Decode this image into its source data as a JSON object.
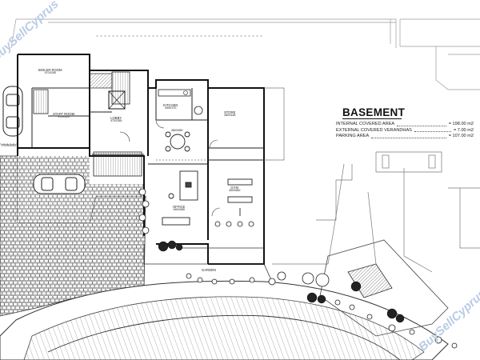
{
  "rooms": {
    "boiler_room": {
      "name": "BOILER ROOM",
      "dims": "470X265"
    },
    "staff_room": {
      "name": "STAFF ROOM",
      "dims": "470X325"
    },
    "lobby": {
      "name": "LOBBY",
      "dims": "470X285"
    },
    "kitchen": {
      "name": "KITCHEN",
      "dims": "265X370"
    },
    "store": {
      "name": "STORE",
      "dims": "480X448"
    },
    "hall": {
      "dims": "480X585"
    },
    "gym": {
      "name": "GYM",
      "dims": "450X680"
    },
    "office": {
      "name": "OFFICE",
      "dims": "465X685"
    },
    "parking": {
      "name": "PARKING"
    },
    "garden": {
      "name": "GARDEN"
    }
  },
  "schedule": {
    "title": "BASEMENT",
    "rows": [
      {
        "label": "INTERNAL COVERED AREA",
        "value": "= 198.00 m2"
      },
      {
        "label": "EXTERNAL COVERED VERANDHAS",
        "value": "= 7.00 m2"
      },
      {
        "label": "PARKING AREA",
        "value": "= 107.00 m2"
      }
    ]
  },
  "watermark": {
    "text": "BuySellCyprus"
  }
}
